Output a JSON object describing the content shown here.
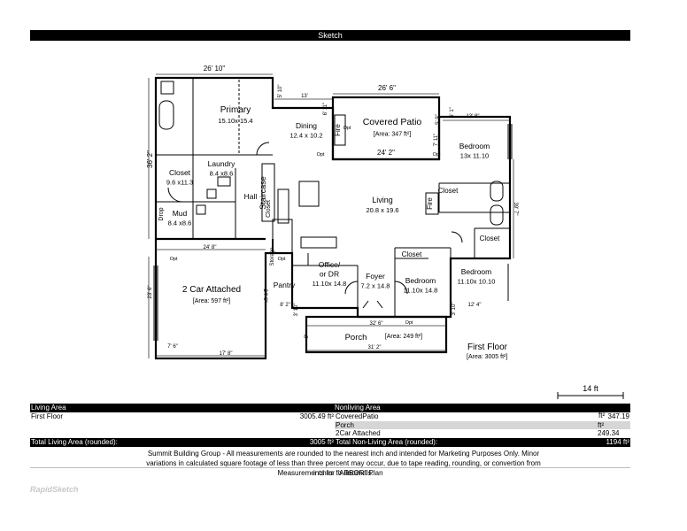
{
  "header": {
    "title": "Sketch"
  },
  "plan": {
    "rooms": [
      {
        "id": "primary",
        "name": "Primary",
        "dims": "15.10x 15.4"
      },
      {
        "id": "dining",
        "name": "Dining",
        "dims": "12.4 x 10.2"
      },
      {
        "id": "covered-patio",
        "name": "Covered Patio",
        "area": "[Area: 347 ft²]"
      },
      {
        "id": "bedroom-1",
        "name": "Bedroom",
        "dims": "13x 11.10"
      },
      {
        "id": "laundry",
        "name": "Laundry",
        "dims": "8.4 x8.6"
      },
      {
        "id": "closet-1",
        "name": "Closet",
        "dims": "9.6 x11.3"
      },
      {
        "id": "hall",
        "name": "Hall"
      },
      {
        "id": "staircase",
        "name": "Staircase"
      },
      {
        "id": "stair-closet",
        "name": "Closet"
      },
      {
        "id": "living",
        "name": "Living",
        "dims": "20.8 x 19.6"
      },
      {
        "id": "mud",
        "name": "Mud",
        "dims": "8.4 x8.6"
      },
      {
        "id": "drop",
        "name": "Drop"
      },
      {
        "id": "garage",
        "name": "2 Car Attached",
        "area": "[Area: 597 ft²]"
      },
      {
        "id": "pantry",
        "name": "Pantry"
      },
      {
        "id": "office",
        "name": "Office/\nor DR",
        "dims": "11.10x 14.8"
      },
      {
        "id": "foyer",
        "name": "Foyer",
        "dims": "7.2 x 14.8"
      },
      {
        "id": "bedroom-2",
        "name": "Bedroom",
        "dims": "11.10x 14.8"
      },
      {
        "id": "closet-2",
        "name": "Closet"
      },
      {
        "id": "bedroom-3",
        "name": "Bedroom",
        "dims": "11.10x 10.10"
      },
      {
        "id": "closet-3",
        "name": "Closet"
      },
      {
        "id": "closet-4",
        "name": "Closet"
      },
      {
        "id": "porch",
        "name": "Porch",
        "area": "[Area: 249 ft²]"
      },
      {
        "id": "fire-1",
        "name": "Fire"
      },
      {
        "id": "fire-2",
        "name": "Fire"
      },
      {
        "id": "storage",
        "name": "Storage"
      }
    ],
    "dimensions": [
      "26' 10\"",
      "36' 2\"",
      "26' 6\"",
      "24' 2\"",
      "13'",
      "5' 10\"",
      "6' 1\"",
      "13' 8\"",
      "7' 11\"",
      "5' 9\"",
      "6' 11\"",
      "39' 7\"",
      "24' 8\"",
      "23' 6\"",
      "24' 6\"",
      "17' 8\"",
      "7' 6\"",
      "8' 2\"",
      "3' 10\"",
      "32' 6\"",
      "31' 2\"",
      "12' 4\"",
      "3' 10\"",
      "9'"
    ],
    "opt_labels": [
      "Opt",
      "Opt",
      "Opt",
      "Opt",
      "Opt",
      "Opt"
    ],
    "floor": {
      "name": "First Floor",
      "area": "[Area: 3005 ft²]"
    }
  },
  "scale": {
    "label": "14 ft"
  },
  "area_table": {
    "living_header": "Living Area",
    "nonliving_header": "Nonliving Area",
    "living_rows": [
      {
        "name": "First Floor",
        "value": "3005.49 ft²"
      }
    ],
    "nonliving_rows": [
      {
        "name": "CoveredPatio",
        "value": "347.19",
        "unit": "ft²"
      },
      {
        "name": "Porch",
        "value": "ft²"
      },
      {
        "name": "2Car Attached",
        "value": "249.34"
      }
    ],
    "total_living_label": "Total Living Area (rounded):",
    "total_living_value": "3005 ft²",
    "total_nonliving_label": "Total Non-Living Area (rounded):",
    "total_nonliving_value": "1194 ft²"
  },
  "footer": {
    "disclaimer": "Summit Building Group - All measurements are rounded to the nearest inch and intended for Marketing Purposes Only. Minor variations in calculated square footage of less than three percent may occur, due to tape reading, rounding, or convertion from inches to decimals.",
    "plan_name": "Measurements for \"ARBOR\" Plan",
    "logo": "RapidSketch"
  }
}
